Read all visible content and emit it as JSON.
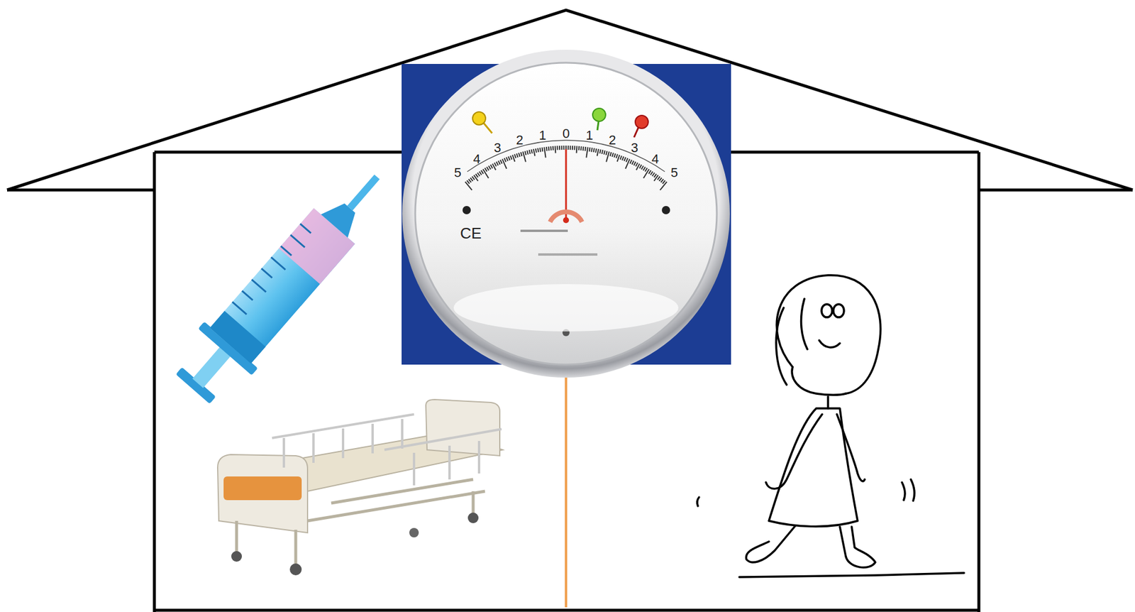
{
  "diagram": {
    "labels": [
      "5",
      "4",
      "3",
      "2",
      "1",
      "0",
      "1",
      "2",
      "3",
      "4",
      "5",
      "CE"
    ]
  }
}
